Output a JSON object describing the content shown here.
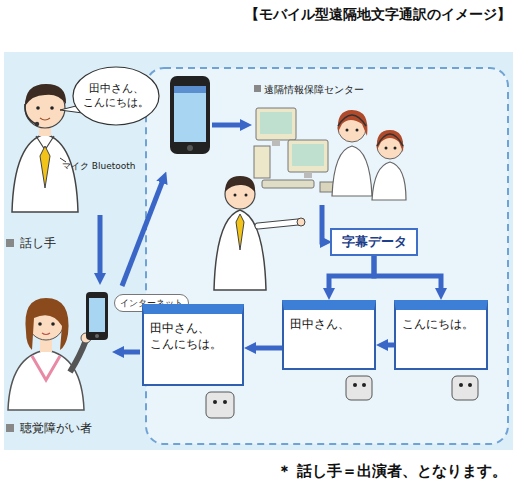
{
  "diagram": {
    "title": "【モバイル型遠隔地文字通訳のイメージ】",
    "caption": "＊ 話し手＝出演者、となります。",
    "nodes": [
      {
        "text": [
          "田中さん、こんにちは。"
        ]
      },
      {
        "text": [
          "話し手"
        ]
      },
      {
        "text": [
          "遠隔情報保障センター"
        ]
      },
      {
        "text": [
          "字幕データ"
        ]
      },
      {
        "text": [
          "聴覚障がい者"
        ]
      },
      {
        "text": [
          "インターネット"
        ]
      },
      {
        "text": [
          "田中さん、こんにちは。"
        ]
      },
      {
        "text": [
          "田中さん、"
        ]
      },
      {
        "text": [
          "こんにちは。"
        ]
      }
    ],
    "edges": [
      {
        "from": 1,
        "to": 4,
        "arrow": "to"
      },
      {
        "from": 2,
        "to": 3,
        "arrow": "to"
      },
      {
        "from": 3,
        "to": 7,
        "arrow": "to"
      },
      {
        "from": 3,
        "to": 8,
        "arrow": "to"
      },
      {
        "from": 8,
        "to": 7,
        "arrow": "to"
      },
      {
        "from": 7,
        "to": 6,
        "arrow": "to"
      }
    ],
    "labels": [
      "マイク Bluetooth"
    ]
  }
}
